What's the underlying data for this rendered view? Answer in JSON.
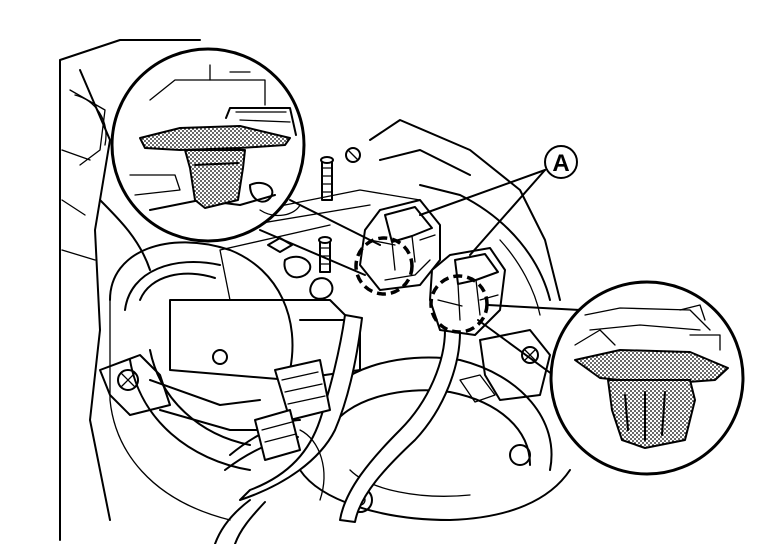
{
  "figure": {
    "callout_label": "A",
    "icons": [
      "connector-clip-detail",
      "harness-connector",
      "engine-component"
    ]
  }
}
